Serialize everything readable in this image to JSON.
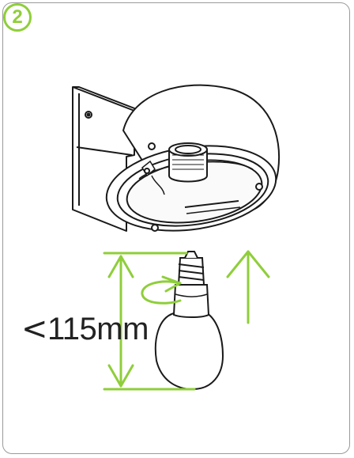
{
  "step": {
    "number": "2"
  },
  "dimension": {
    "symbol": "<",
    "value": "115mm"
  },
  "colors": {
    "accent": "#8fce3a",
    "outline": "#1a1a1a",
    "border": "#9a9a9a"
  },
  "icons": [
    "step-number-badge",
    "wall-lamp-housing",
    "light-bulb",
    "rotate-arrow",
    "up-arrow",
    "dimension-arrow"
  ]
}
